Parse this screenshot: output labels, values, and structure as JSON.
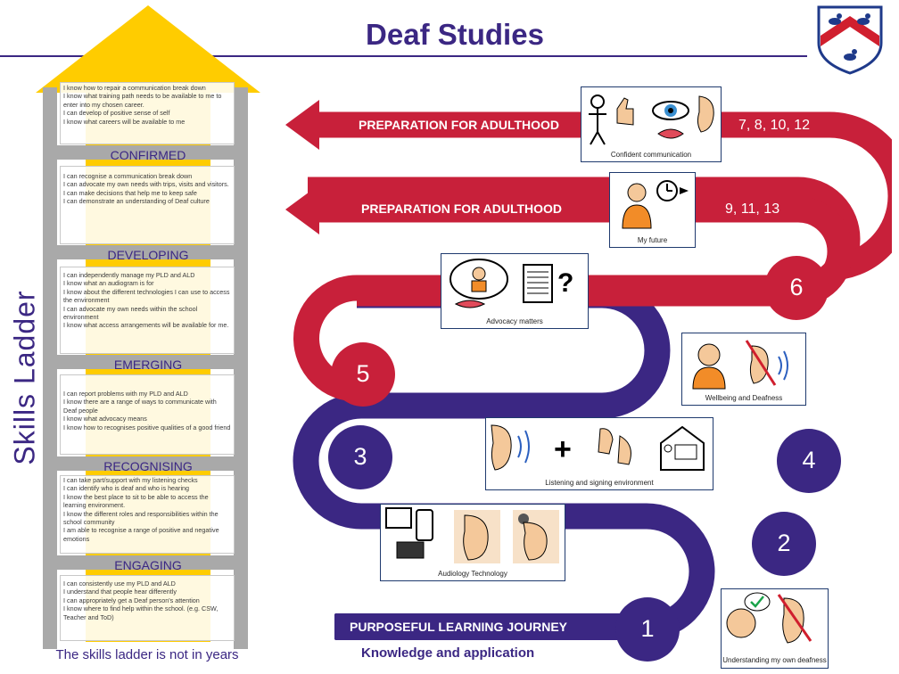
{
  "header": {
    "title": "Deaf Studies"
  },
  "ladder": {
    "title": "Skills Ladder",
    "note": "The skills ladder is not in years",
    "levels": {
      "confirmed": "CONFIRMED",
      "developing": "DEVELOPING",
      "emerging": "EMERGING",
      "recognising": "RECOGNISING",
      "engaging": "ENGAGING"
    },
    "boxes": {
      "top": [
        "I know how to repair a communication break down",
        "I know what training path needs to be available to me to enter into my chosen career.",
        "I can develop of positive sense of self",
        "I know what careers will be available to me"
      ],
      "confirmed": [
        "I can recognise a communication break down",
        "I can advocate my own needs with trips, visits and visitors.",
        "I can make decisions that help me to keep safe",
        "I can demonstrate an understanding of Deaf culture"
      ],
      "developing": [
        "I can independently manage my PLD and ALD",
        "I know what an audiogram is for",
        "I know about the different technologies I can use to access the environment",
        "I can advocate my own needs within the school environment",
        "I know what access arrangements will be available for me."
      ],
      "emerging": [
        "I can report problems with my PLD and ALD",
        "I know there are a range of ways to communicate with Deaf people",
        "I know what advocacy means",
        "I know how to recognises positive qualities of a good friend"
      ],
      "recognising": [
        "I can take part/support with my listening checks",
        "I can identify who is deaf and who is hearing",
        "I know the best place to sit to be able to access the learning environment.",
        "I know the different roles and responsibilities within the school community",
        "I am able to recognise a range of positive and negative emotions"
      ],
      "engaging": [
        "I can consistently use my PLD and ALD",
        "I understand that people hear differently",
        "I can appropriately get a Deaf person's attention",
        "I know where to find help within the school. (e.g. CSW, Teacher and ToD)"
      ]
    }
  },
  "journey": {
    "banners": {
      "prep1": "PREPARATION FOR ADULTHOOD",
      "prep2": "PREPARATION FOR ADULTHOOD",
      "purposeful": "PURPOSEFUL LEARNING JOURNEY"
    },
    "subtitle": "Knowledge and application",
    "years": {
      "prep1": "7, 8, 10, 12",
      "prep2": "9, 11, 13"
    },
    "steps": [
      "1",
      "2",
      "3",
      "4",
      "5",
      "6"
    ],
    "cards": {
      "confident": "Confident communication",
      "future": "My future",
      "advocacy": "Advocacy matters",
      "wellbeing": "Wellbeing and Deafness",
      "listening": "Listening and signing environment",
      "audiology": "Audiology Technology",
      "understanding": "Understanding my own deafness"
    }
  },
  "colors": {
    "red": "#c8203a",
    "purple": "#3b2783",
    "yellow": "#ffcc00",
    "grey": "#a9a9a9"
  }
}
